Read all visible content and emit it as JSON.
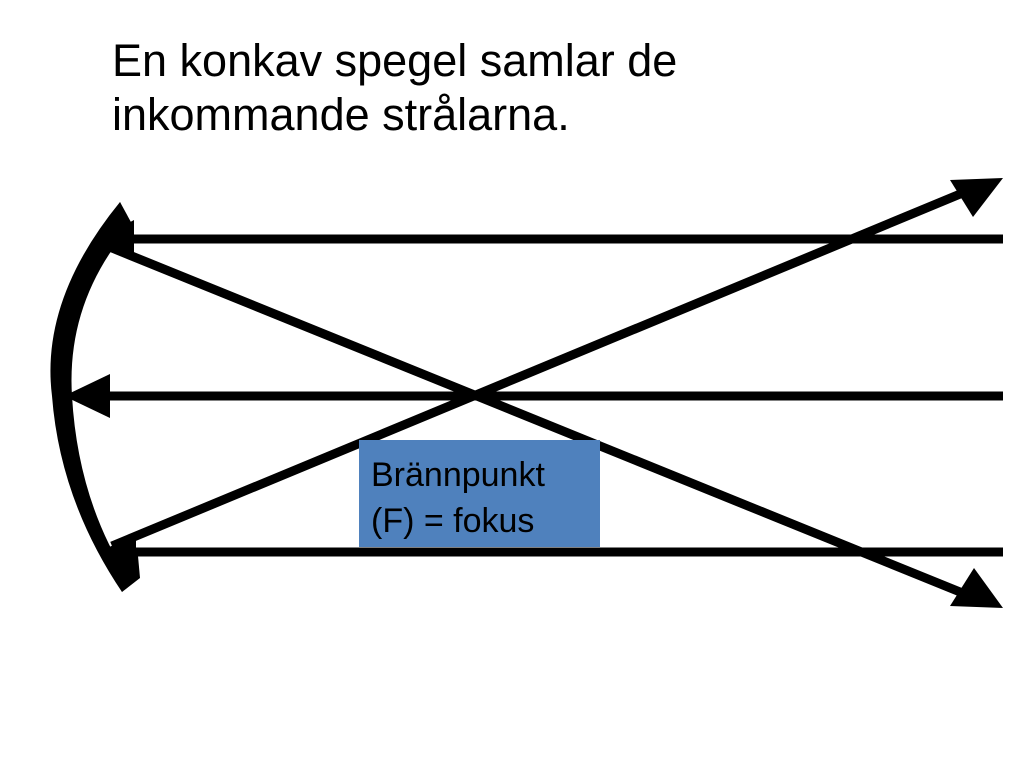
{
  "title": {
    "line1": "En konkav spegel samlar de",
    "line2": "inkommande strålarna."
  },
  "focus_label": {
    "line1": "Brännpunkt",
    "line2": "(F) = fokus"
  },
  "colors": {
    "background": "#ffffff",
    "ray": "#000000",
    "mirror": "#000000",
    "label_box": "#4f81bd"
  },
  "icons": [
    "concave-mirror-icon",
    "arrowhead-icon"
  ]
}
